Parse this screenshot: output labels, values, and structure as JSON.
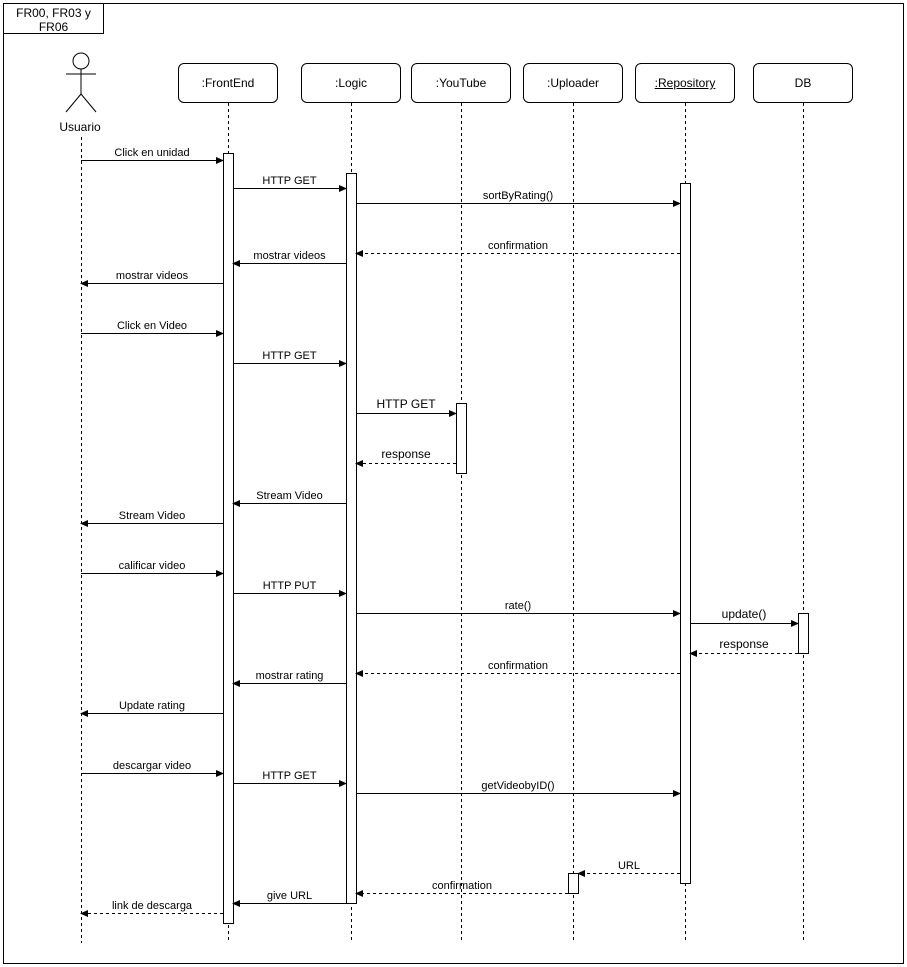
{
  "frame": {
    "label": "FR00, FR03 y FR06"
  },
  "actor": {
    "name": "Usuario"
  },
  "participants": [
    {
      "id": "frontend",
      "label": ":FrontEnd"
    },
    {
      "id": "logic",
      "label": ":Logic"
    },
    {
      "id": "youtube",
      "label": ":YouTube"
    },
    {
      "id": "uploader",
      "label": ":Uploader"
    },
    {
      "id": "repository",
      "label": ":Repository",
      "underlined": true
    },
    {
      "id": "db",
      "label": "DB"
    }
  ],
  "messages": [
    {
      "from": "usuario",
      "to": "frontend",
      "label": "Click en unidad",
      "kind": "sync"
    },
    {
      "from": "frontend",
      "to": "logic",
      "label": "HTTP GET",
      "kind": "sync"
    },
    {
      "from": "logic",
      "to": "repository",
      "label": "sortByRating()",
      "kind": "sync"
    },
    {
      "from": "repository",
      "to": "logic",
      "label": "confirmation",
      "kind": "reply"
    },
    {
      "from": "logic",
      "to": "frontend",
      "label": "mostrar videos",
      "kind": "sync"
    },
    {
      "from": "frontend",
      "to": "usuario",
      "label": "mostrar videos",
      "kind": "sync"
    },
    {
      "from": "usuario",
      "to": "frontend",
      "label": "Click en Video",
      "kind": "sync"
    },
    {
      "from": "frontend",
      "to": "logic",
      "label": "HTTP GET",
      "kind": "sync"
    },
    {
      "from": "logic",
      "to": "youtube",
      "label": "HTTP GET",
      "kind": "sync"
    },
    {
      "from": "youtube",
      "to": "logic",
      "label": "response",
      "kind": "reply"
    },
    {
      "from": "logic",
      "to": "frontend",
      "label": "Stream Video",
      "kind": "sync"
    },
    {
      "from": "frontend",
      "to": "usuario",
      "label": "Stream Video",
      "kind": "sync"
    },
    {
      "from": "usuario",
      "to": "frontend",
      "label": "calificar video",
      "kind": "sync"
    },
    {
      "from": "frontend",
      "to": "logic",
      "label": "HTTP PUT",
      "kind": "sync"
    },
    {
      "from": "logic",
      "to": "repository",
      "label": "rate()",
      "kind": "sync"
    },
    {
      "from": "repository",
      "to": "db",
      "label": "update()",
      "kind": "sync"
    },
    {
      "from": "db",
      "to": "repository",
      "label": "response",
      "kind": "reply"
    },
    {
      "from": "repository",
      "to": "logic",
      "label": "confirmation",
      "kind": "reply"
    },
    {
      "from": "logic",
      "to": "frontend",
      "label": "mostrar rating",
      "kind": "sync"
    },
    {
      "from": "frontend",
      "to": "usuario",
      "label": "Update rating",
      "kind": "sync"
    },
    {
      "from": "usuario",
      "to": "frontend",
      "label": "descargar video",
      "kind": "sync"
    },
    {
      "from": "frontend",
      "to": "logic",
      "label": "HTTP GET",
      "kind": "sync"
    },
    {
      "from": "logic",
      "to": "repository",
      "label": "getVideobyID()",
      "kind": "sync"
    },
    {
      "from": "repository",
      "to": "uploader",
      "label": "URL",
      "kind": "reply"
    },
    {
      "from": "uploader",
      "to": "logic",
      "label": "confirmation",
      "kind": "reply"
    },
    {
      "from": "logic",
      "to": "frontend",
      "label": "give URL",
      "kind": "sync"
    },
    {
      "from": "frontend",
      "to": "usuario",
      "label": "link de descarga",
      "kind": "reply"
    }
  ]
}
